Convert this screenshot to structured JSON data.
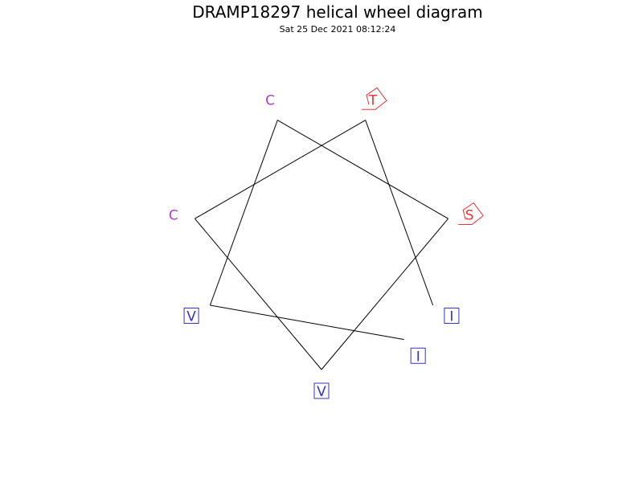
{
  "title": "DRAMP18297 helical wheel diagram",
  "timestamp": "Sat 25 Dec 2021 08:12:24",
  "colors": {
    "hydrophobic": "#3333cc",
    "cysteine": "#b040d0",
    "polar": "#ee3333",
    "line": "#000000"
  },
  "residues": [
    {
      "letter": "I",
      "type": "hydrophobic",
      "shape": "square"
    },
    {
      "letter": "V",
      "type": "hydrophobic",
      "shape": "square"
    },
    {
      "letter": "C",
      "type": "cysteine",
      "shape": "none"
    },
    {
      "letter": "S",
      "type": "polar",
      "shape": "pentagon"
    },
    {
      "letter": "V",
      "type": "hydrophobic",
      "shape": "square"
    },
    {
      "letter": "C",
      "type": "cysteine",
      "shape": "none"
    },
    {
      "letter": "T",
      "type": "polar",
      "shape": "pentagon"
    },
    {
      "letter": "I",
      "type": "hydrophobic",
      "shape": "square"
    }
  ]
}
